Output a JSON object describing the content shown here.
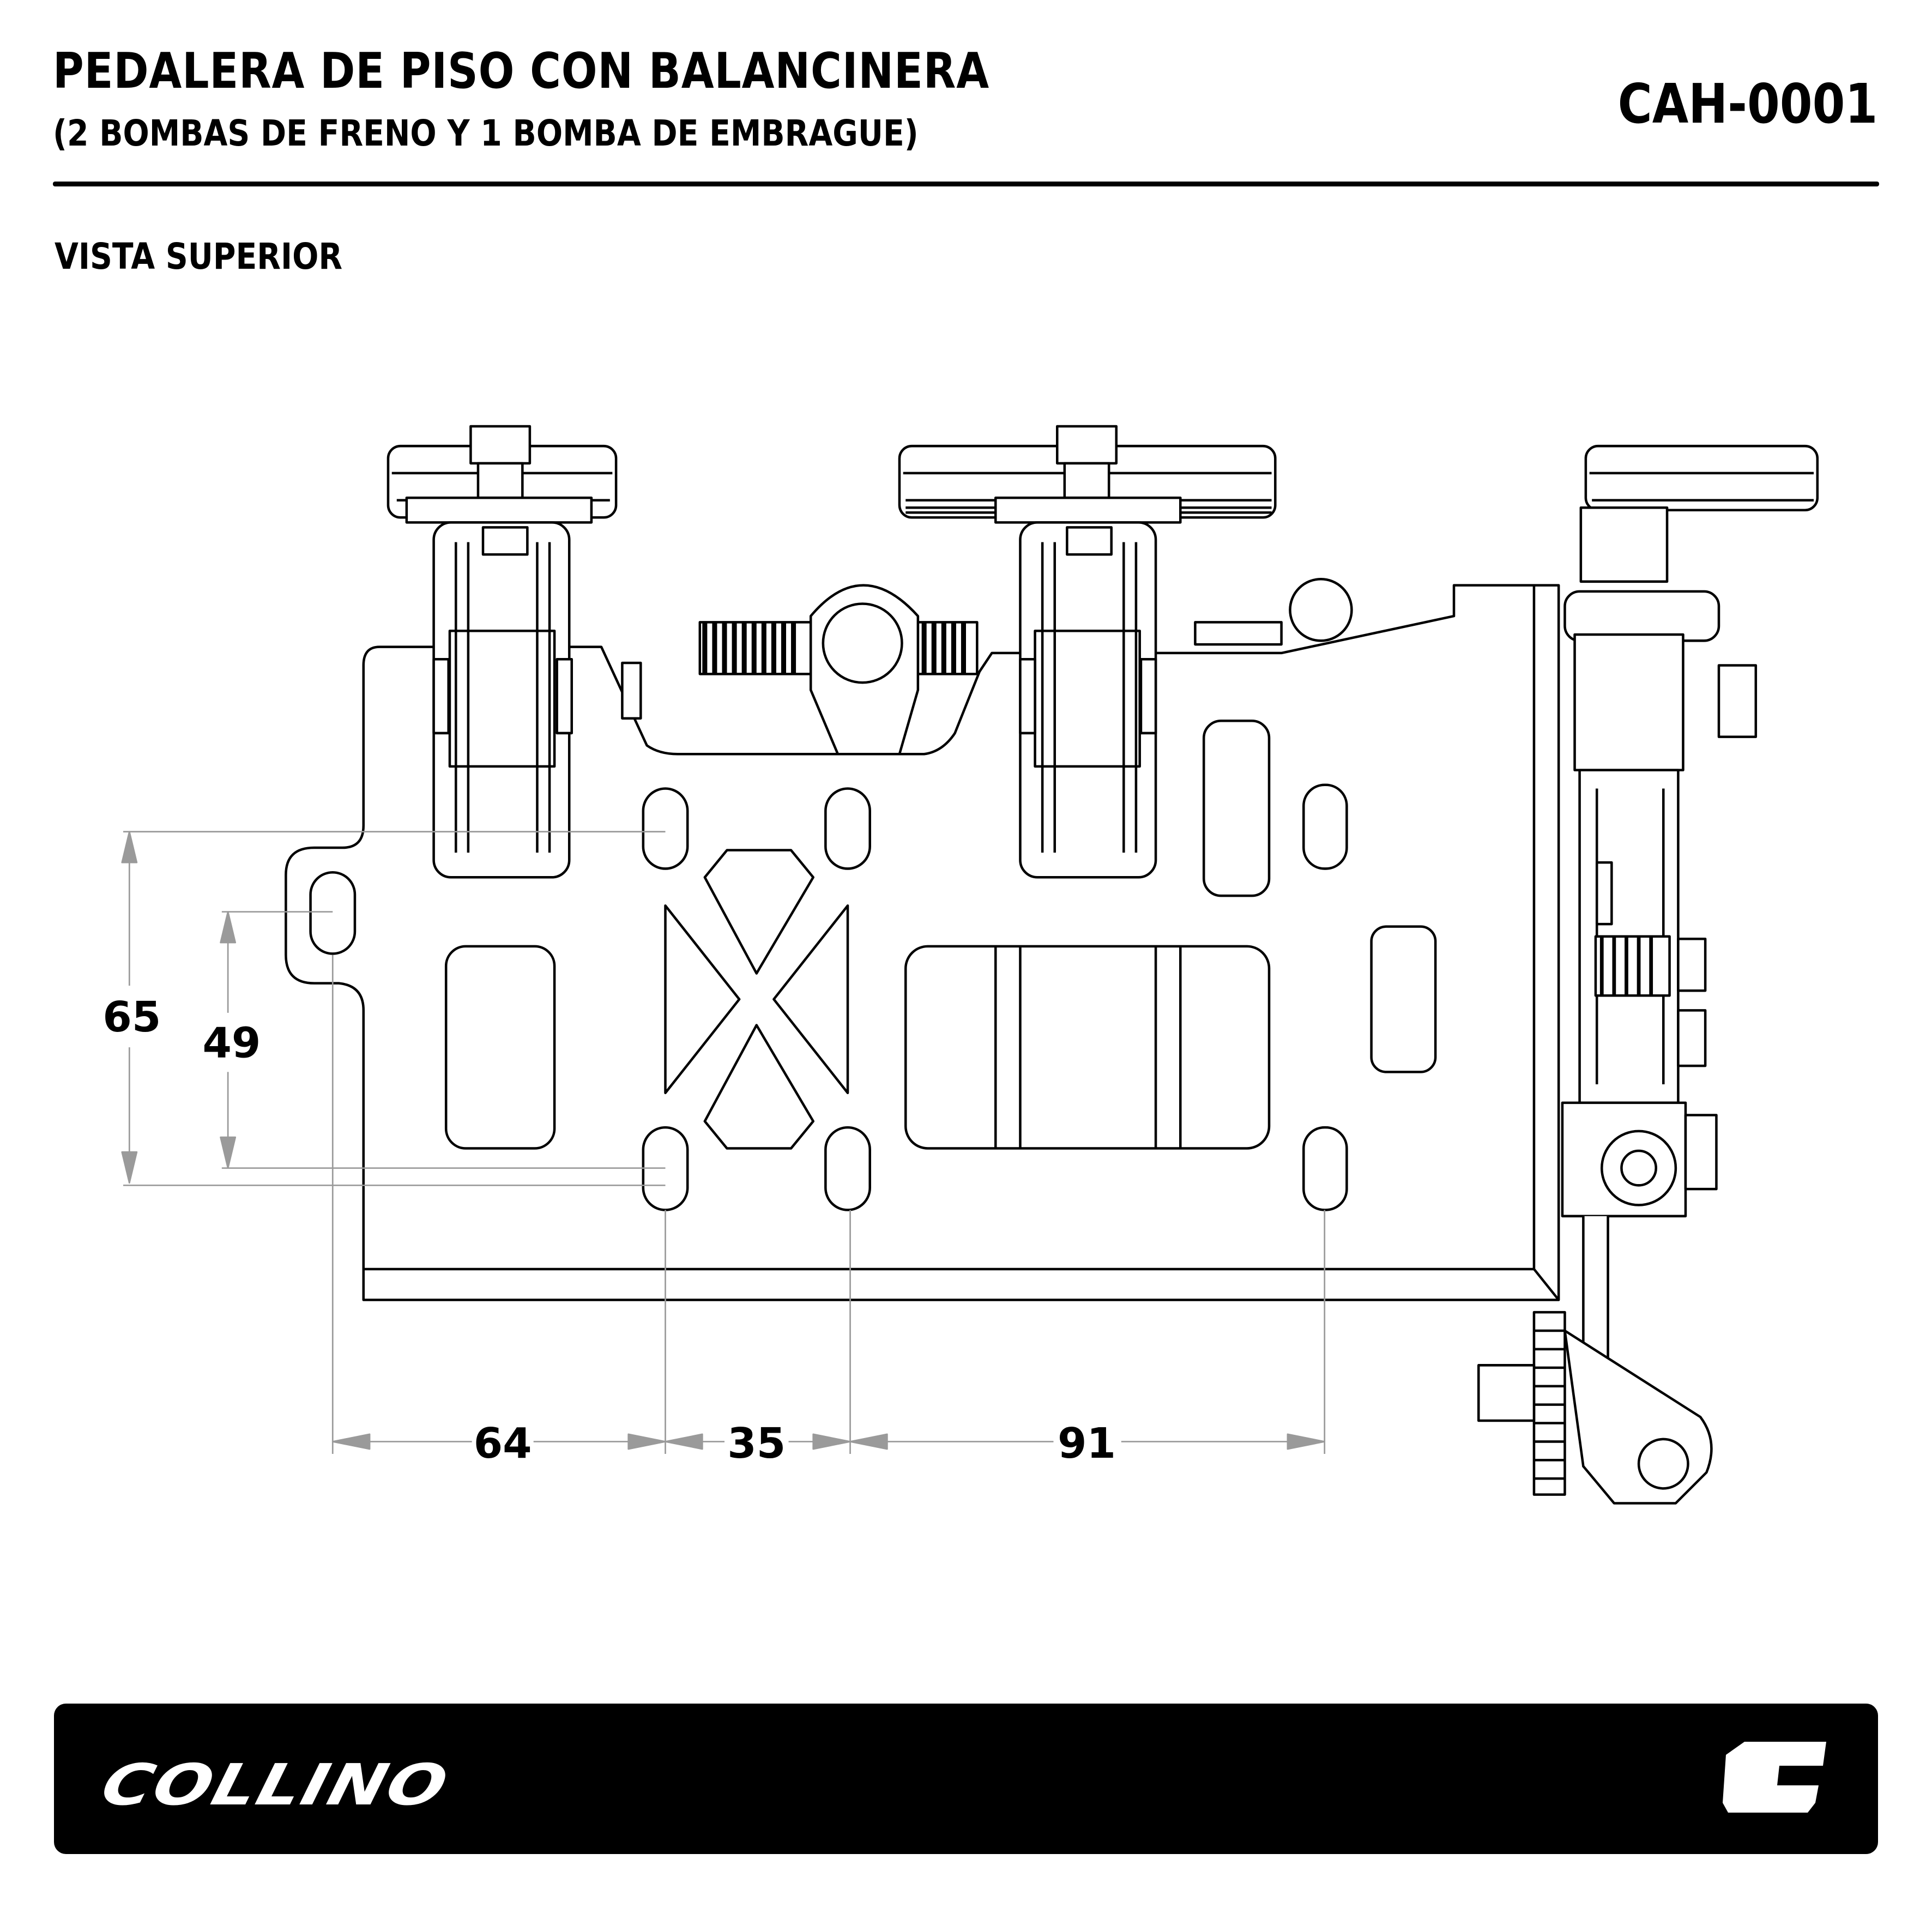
{
  "header": {
    "title": "PEDALERA DE PISO CON BALANCINERA",
    "subtitle": "(2 BOMBAS DE FRENO Y 1 BOMBA DE EMBRAGUE)",
    "part_code": "CAH-0001"
  },
  "view_label": "VISTA SUPERIOR",
  "dimensions": {
    "vertical_outer": "65",
    "vertical_inner": "49",
    "horizontal": [
      "64",
      "35",
      "91"
    ]
  },
  "footer": {
    "brand": "COLLINO",
    "brand_mark": "C",
    "background": "#000000",
    "foreground": "#ffffff"
  }
}
